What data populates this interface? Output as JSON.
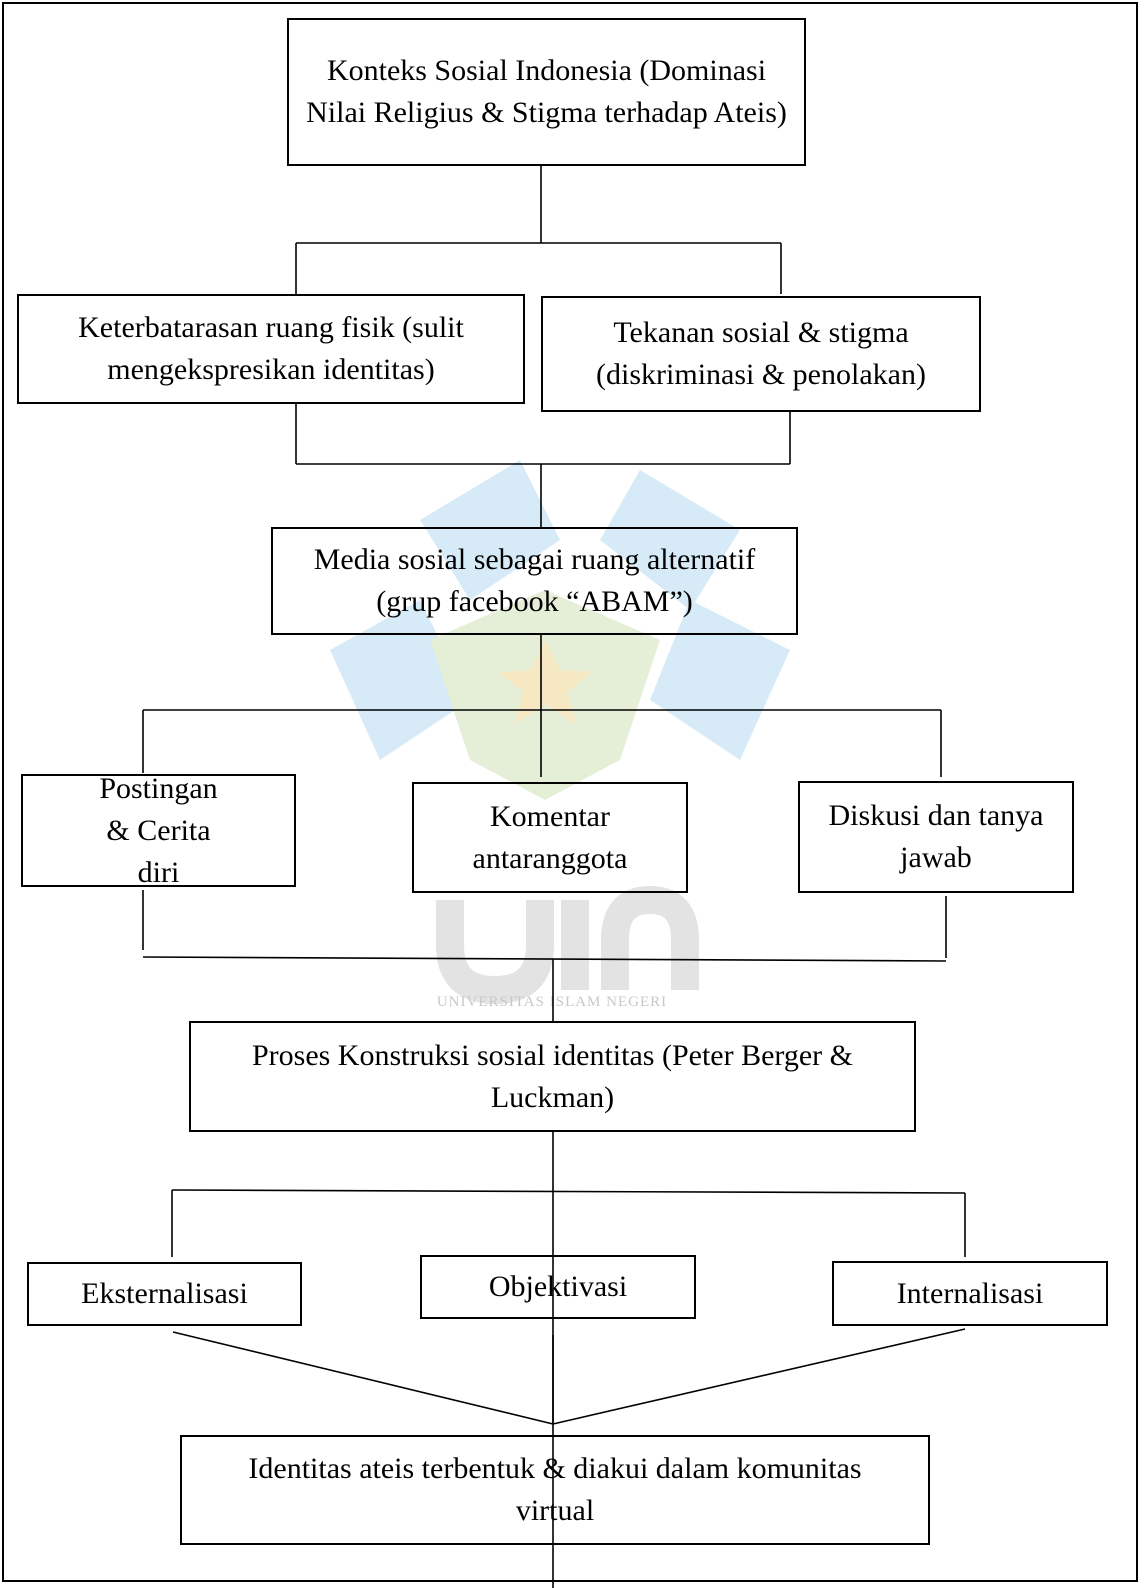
{
  "nodes": {
    "context": "Konteks Sosial Indonesia (Dominasi Nilai Religius & Stigma terhadap Ateis)",
    "physical_space": "Keterbatarasan ruang fisik (sulit mengekspresikan identitas)",
    "social_pressure": "Tekanan sosial & stigma (diskriminasi & penolakan)",
    "social_media": "Media sosial sebagai ruang alternatif (grup facebook “ABAM”)",
    "posts": "Postingan & Cerita diri",
    "comments": "Komentar antaranggota",
    "discussion": "Diskusi dan tanya jawab",
    "construction": "Proses Konstruksi sosial identitas (Peter Berger & Luckman)",
    "externalization": "Eksternalisasi",
    "objectivation": "Objektivasi",
    "internalization": "Internalisasi",
    "identity": "Identitas ateis terbentuk & diakui dalam komunitas virtual"
  },
  "watermark": {
    "logo_text": "UIN",
    "university_text": "UNIVERSITAS ISLAM NEGERI",
    "colors": {
      "blue": "#d6ebf7",
      "green": "#e5efd8",
      "yellow": "#f7e8c4",
      "gray": "#e3e3e3"
    }
  },
  "colors": {
    "line": "#000000",
    "background": "#ffffff"
  }
}
